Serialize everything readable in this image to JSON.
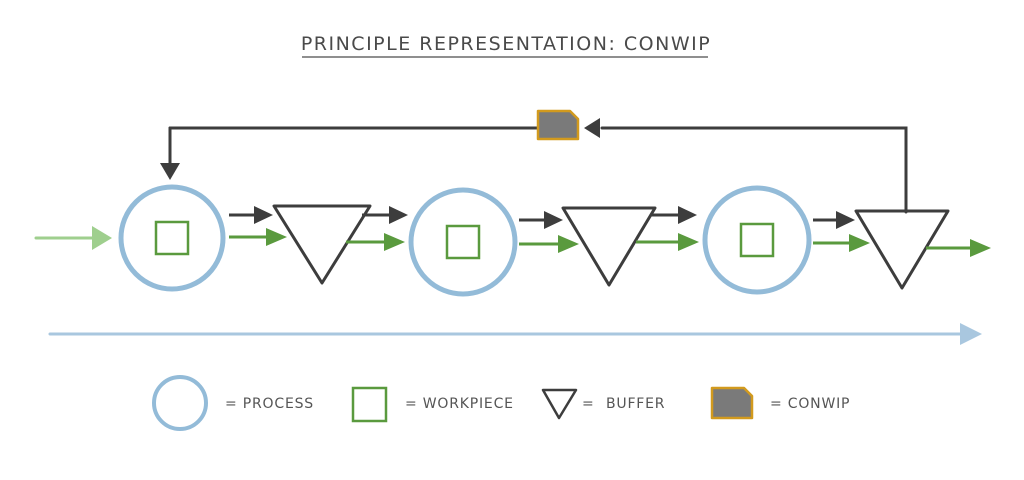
{
  "title": "PRINCIPLE REPRESENTATION: CONWIP",
  "colors": {
    "process_blue": "#93bbd8",
    "workpiece_green": "#5a9a3e",
    "input_green": "#9fcf8e",
    "dark": "#3d3d3d",
    "conwip_fill": "#7a7a7a",
    "conwip_border": "#d29a1e",
    "timeline_blue": "#a9c7df"
  },
  "legend": {
    "process": "= PROCESS",
    "workpiece": "= WORKPIECE",
    "buffer_eq": "=",
    "buffer": "BUFFER",
    "conwip": "= CONWIP"
  },
  "icons": {
    "process": "circle-icon",
    "workpiece": "square-icon",
    "buffer": "inverted-triangle-icon",
    "conwip": "card-icon"
  }
}
